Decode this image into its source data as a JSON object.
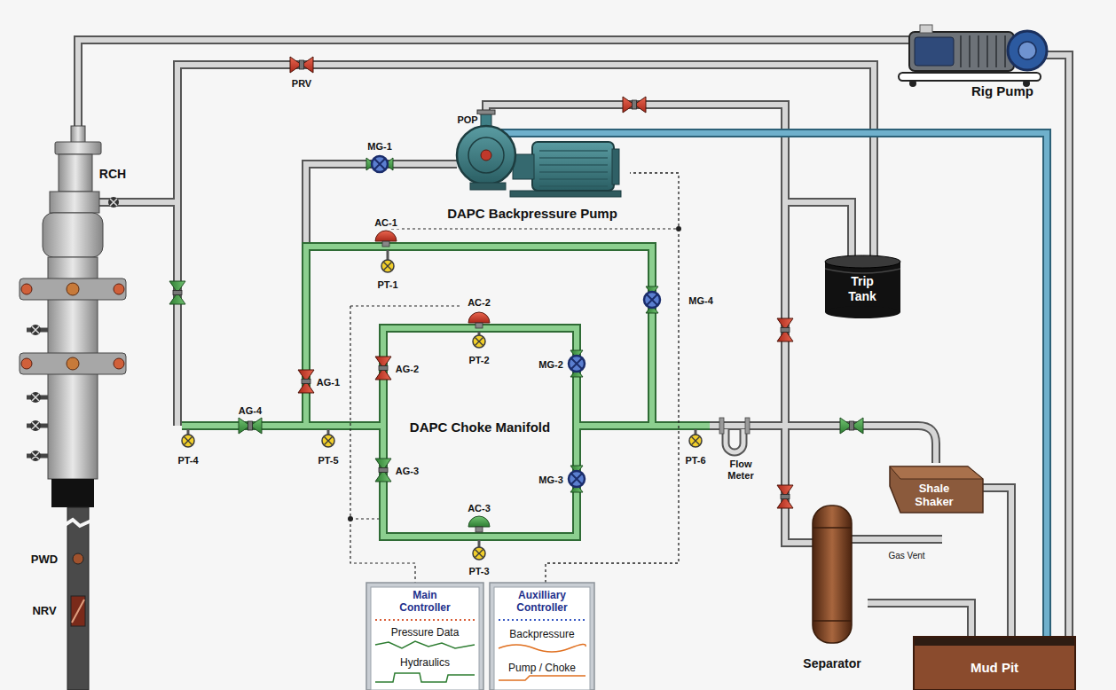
{
  "diagram": {
    "nodes": [
      {
        "text": [
          "Rig Pump"
        ]
      },
      {
        "text": [
          "DAPC Backpressure Pump"
        ]
      },
      {
        "text": [
          "Trip Tank"
        ]
      },
      {
        "text": [
          "Shale Shaker"
        ]
      },
      {
        "text": [
          "Separator"
        ]
      },
      {
        "text": [
          "Main Controller",
          "Pressure Data",
          "Hydraulics"
        ]
      },
      {
        "text": [
          "Auxilliary Controller",
          "Backpressure",
          "Pump / Choke"
        ]
      },
      {
        "text": [
          "Mud Pit"
        ]
      }
    ],
    "edges": [
      {
        "from": 7,
        "to": 0,
        "arrow": "none"
      },
      {
        "from": 7,
        "to": 1,
        "arrow": "none"
      },
      {
        "from": 3,
        "to": 7,
        "arrow": "none"
      },
      {
        "from": 4,
        "to": 7,
        "arrow": "none"
      },
      {
        "from": 6,
        "to": 1,
        "arrow": "none"
      }
    ],
    "labels": [
      "PRV",
      "POP",
      "MG-1",
      "RCH",
      "AC-1",
      "PT-1",
      "MG-4",
      "AC-2",
      "PT-2",
      "MG-2",
      "AG-2",
      "AG-1",
      "AG-4",
      "DAPC Choke Manifold",
      "PT-4",
      "PT-5",
      "PT-6",
      "Flow Meter",
      "AG-3",
      "MG-3",
      "AC-3",
      "Gas Vent",
      "PWD",
      "PT-3",
      "NRV"
    ]
  }
}
